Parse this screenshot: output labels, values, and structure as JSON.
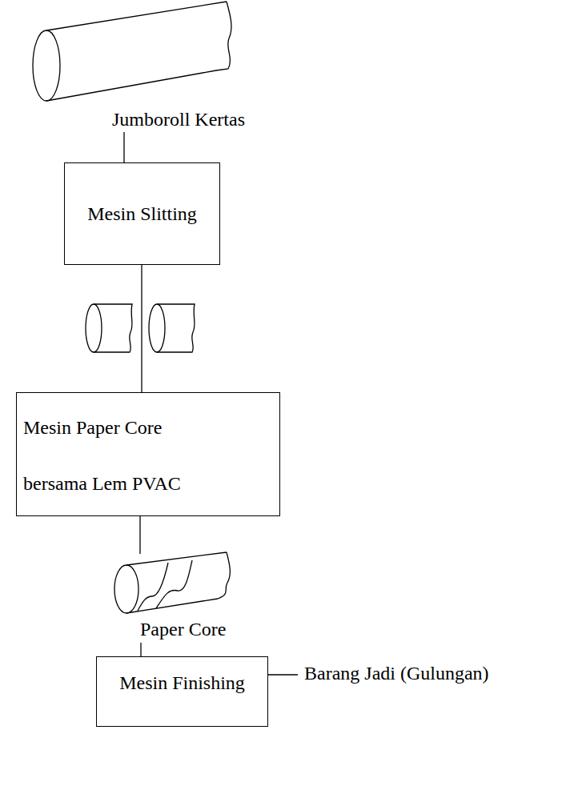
{
  "diagram": {
    "nodes": [
      {
        "text": [
          "Mesin Slitting"
        ]
      },
      {
        "text": [
          "Mesin Paper Core bersama Lem PVAC"
        ]
      },
      {
        "text": [
          "Mesin Finishing"
        ]
      }
    ],
    "labels": [
      "Jumboroll Kertas",
      "Paper Core",
      "Barang Jadi (Gulungan)"
    ]
  }
}
